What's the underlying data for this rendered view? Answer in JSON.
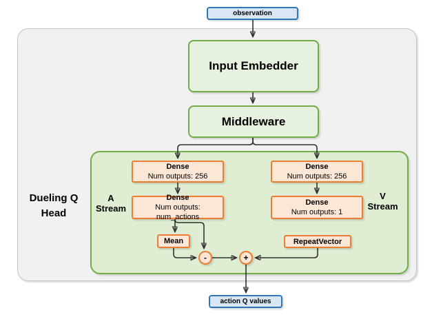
{
  "colors": {
    "blue_border": "#2e75b6",
    "blue_fill": "#d9e7f5",
    "green_border": "#70ad47",
    "green_box_fill": "#e6f1df",
    "green_container_fill": "#dfedd3",
    "orange_border": "#ed7d31",
    "orange_fill": "#fce7d7",
    "gray_container_fill": "#f1f1f2",
    "gray_container_border": "#c5c5c5",
    "arrow": "#303030"
  },
  "nodes": {
    "observation": {
      "label": "observation"
    },
    "input_embedder": {
      "label": "Input Embedder"
    },
    "middleware": {
      "label": "Middleware"
    },
    "a_dense1": {
      "title": "Dense",
      "subtitle": "Num outputs: 256"
    },
    "a_dense2": {
      "title": "Dense",
      "subtitle": "Num outputs: num_actions"
    },
    "mean": {
      "label": "Mean"
    },
    "v_dense1": {
      "title": "Dense",
      "subtitle": "Num outputs: 256"
    },
    "v_dense2": {
      "title": "Dense",
      "subtitle": "Num outputs: 1"
    },
    "repeat_vector": {
      "label": "RepeatVector"
    },
    "minus_op": {
      "label": "-"
    },
    "plus_op": {
      "label": "+"
    },
    "action_q_values": {
      "label": "action Q values"
    }
  },
  "labels": {
    "dueling_head": {
      "line1": "Dueling Q",
      "line2": "Head"
    },
    "a_stream": {
      "line1": "A",
      "line2": "Stream"
    },
    "v_stream": {
      "line1": "V",
      "line2": "Stream"
    }
  }
}
